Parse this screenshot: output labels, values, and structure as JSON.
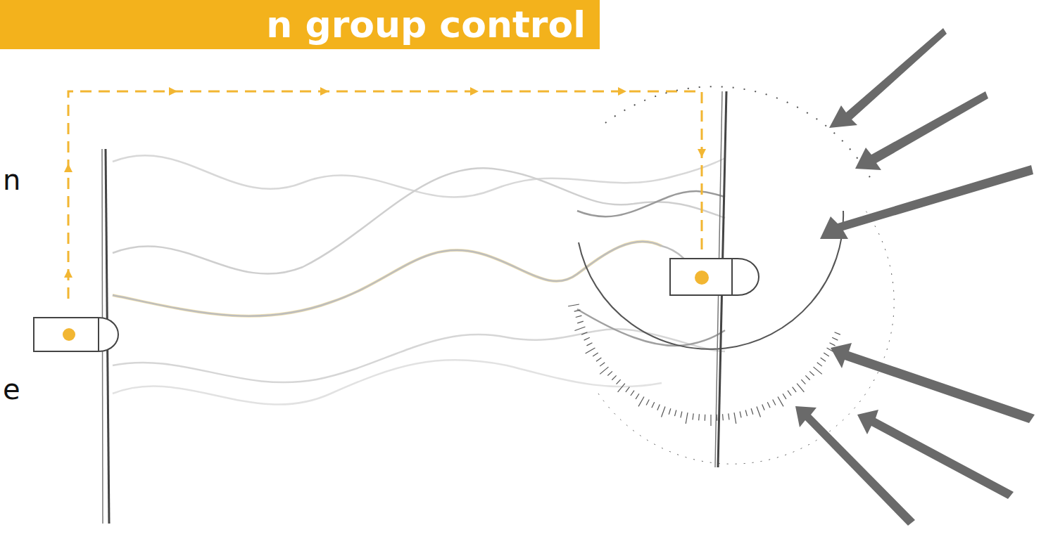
{
  "diagram": {
    "title": "n group control",
    "labels": [
      "n",
      "e"
    ]
  }
}
